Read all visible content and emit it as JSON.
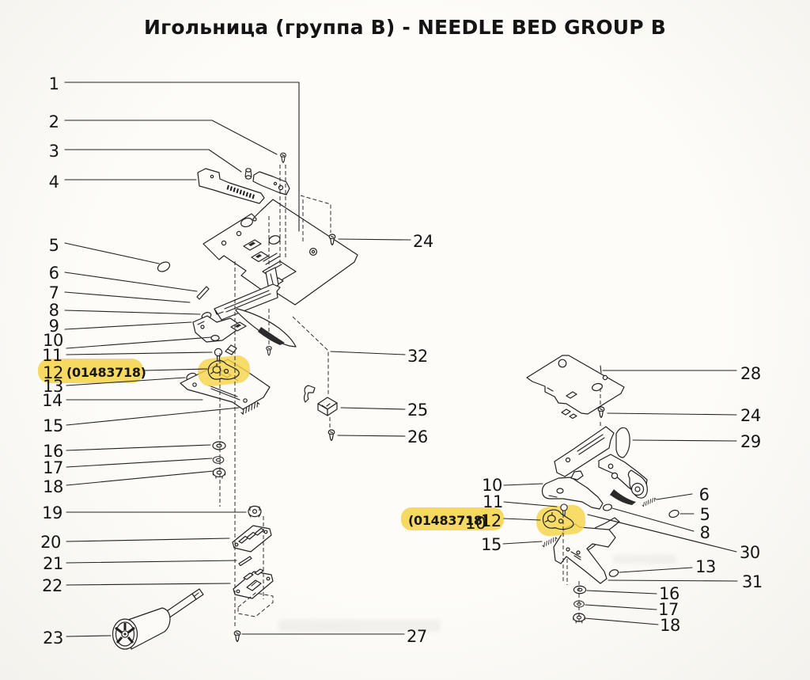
{
  "title": "Игольница (группа В) - NEEDLE BED GROUP B",
  "highlight": {
    "code": "(01483718)",
    "part_ref": "12",
    "color": "#f5d44b"
  },
  "labels": {
    "n1": "1",
    "n2": "2",
    "n3": "3",
    "n4": "4",
    "n5": "5",
    "n6": "6",
    "n7": "7",
    "n8": "8",
    "n9": "9",
    "n10": "10",
    "n11": "11",
    "n12": "12",
    "n13": "13",
    "n14": "14",
    "n15": "15",
    "n16": "16",
    "n17": "17",
    "n18": "18",
    "n19": "19",
    "n20": "20",
    "n21": "21",
    "n22": "22",
    "n23": "23",
    "n24": "24",
    "n25": "25",
    "n26": "26",
    "n27": "27",
    "n28": "28",
    "n29": "29",
    "n30": "30",
    "n31": "31",
    "n32": "32"
  }
}
